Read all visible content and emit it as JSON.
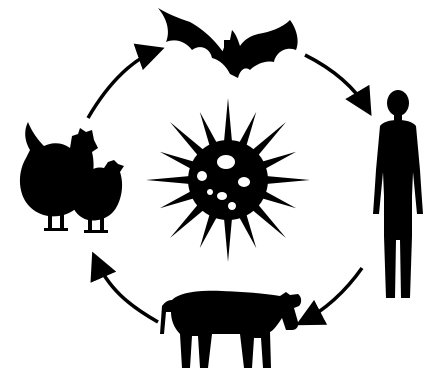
{
  "diagram": {
    "colors": {
      "background": "#ffffff",
      "ink": "#000000"
    },
    "nodes": [
      {
        "id": "bat",
        "icon": "bat-icon"
      },
      {
        "id": "human",
        "icon": "human-icon"
      },
      {
        "id": "cow",
        "icon": "cow-icon"
      },
      {
        "id": "chickens",
        "icon": "chickens-icon"
      },
      {
        "id": "virus",
        "icon": "virus-icon"
      }
    ],
    "cycle": [
      "chickens",
      "bat",
      "human",
      "cow",
      "chickens"
    ]
  }
}
